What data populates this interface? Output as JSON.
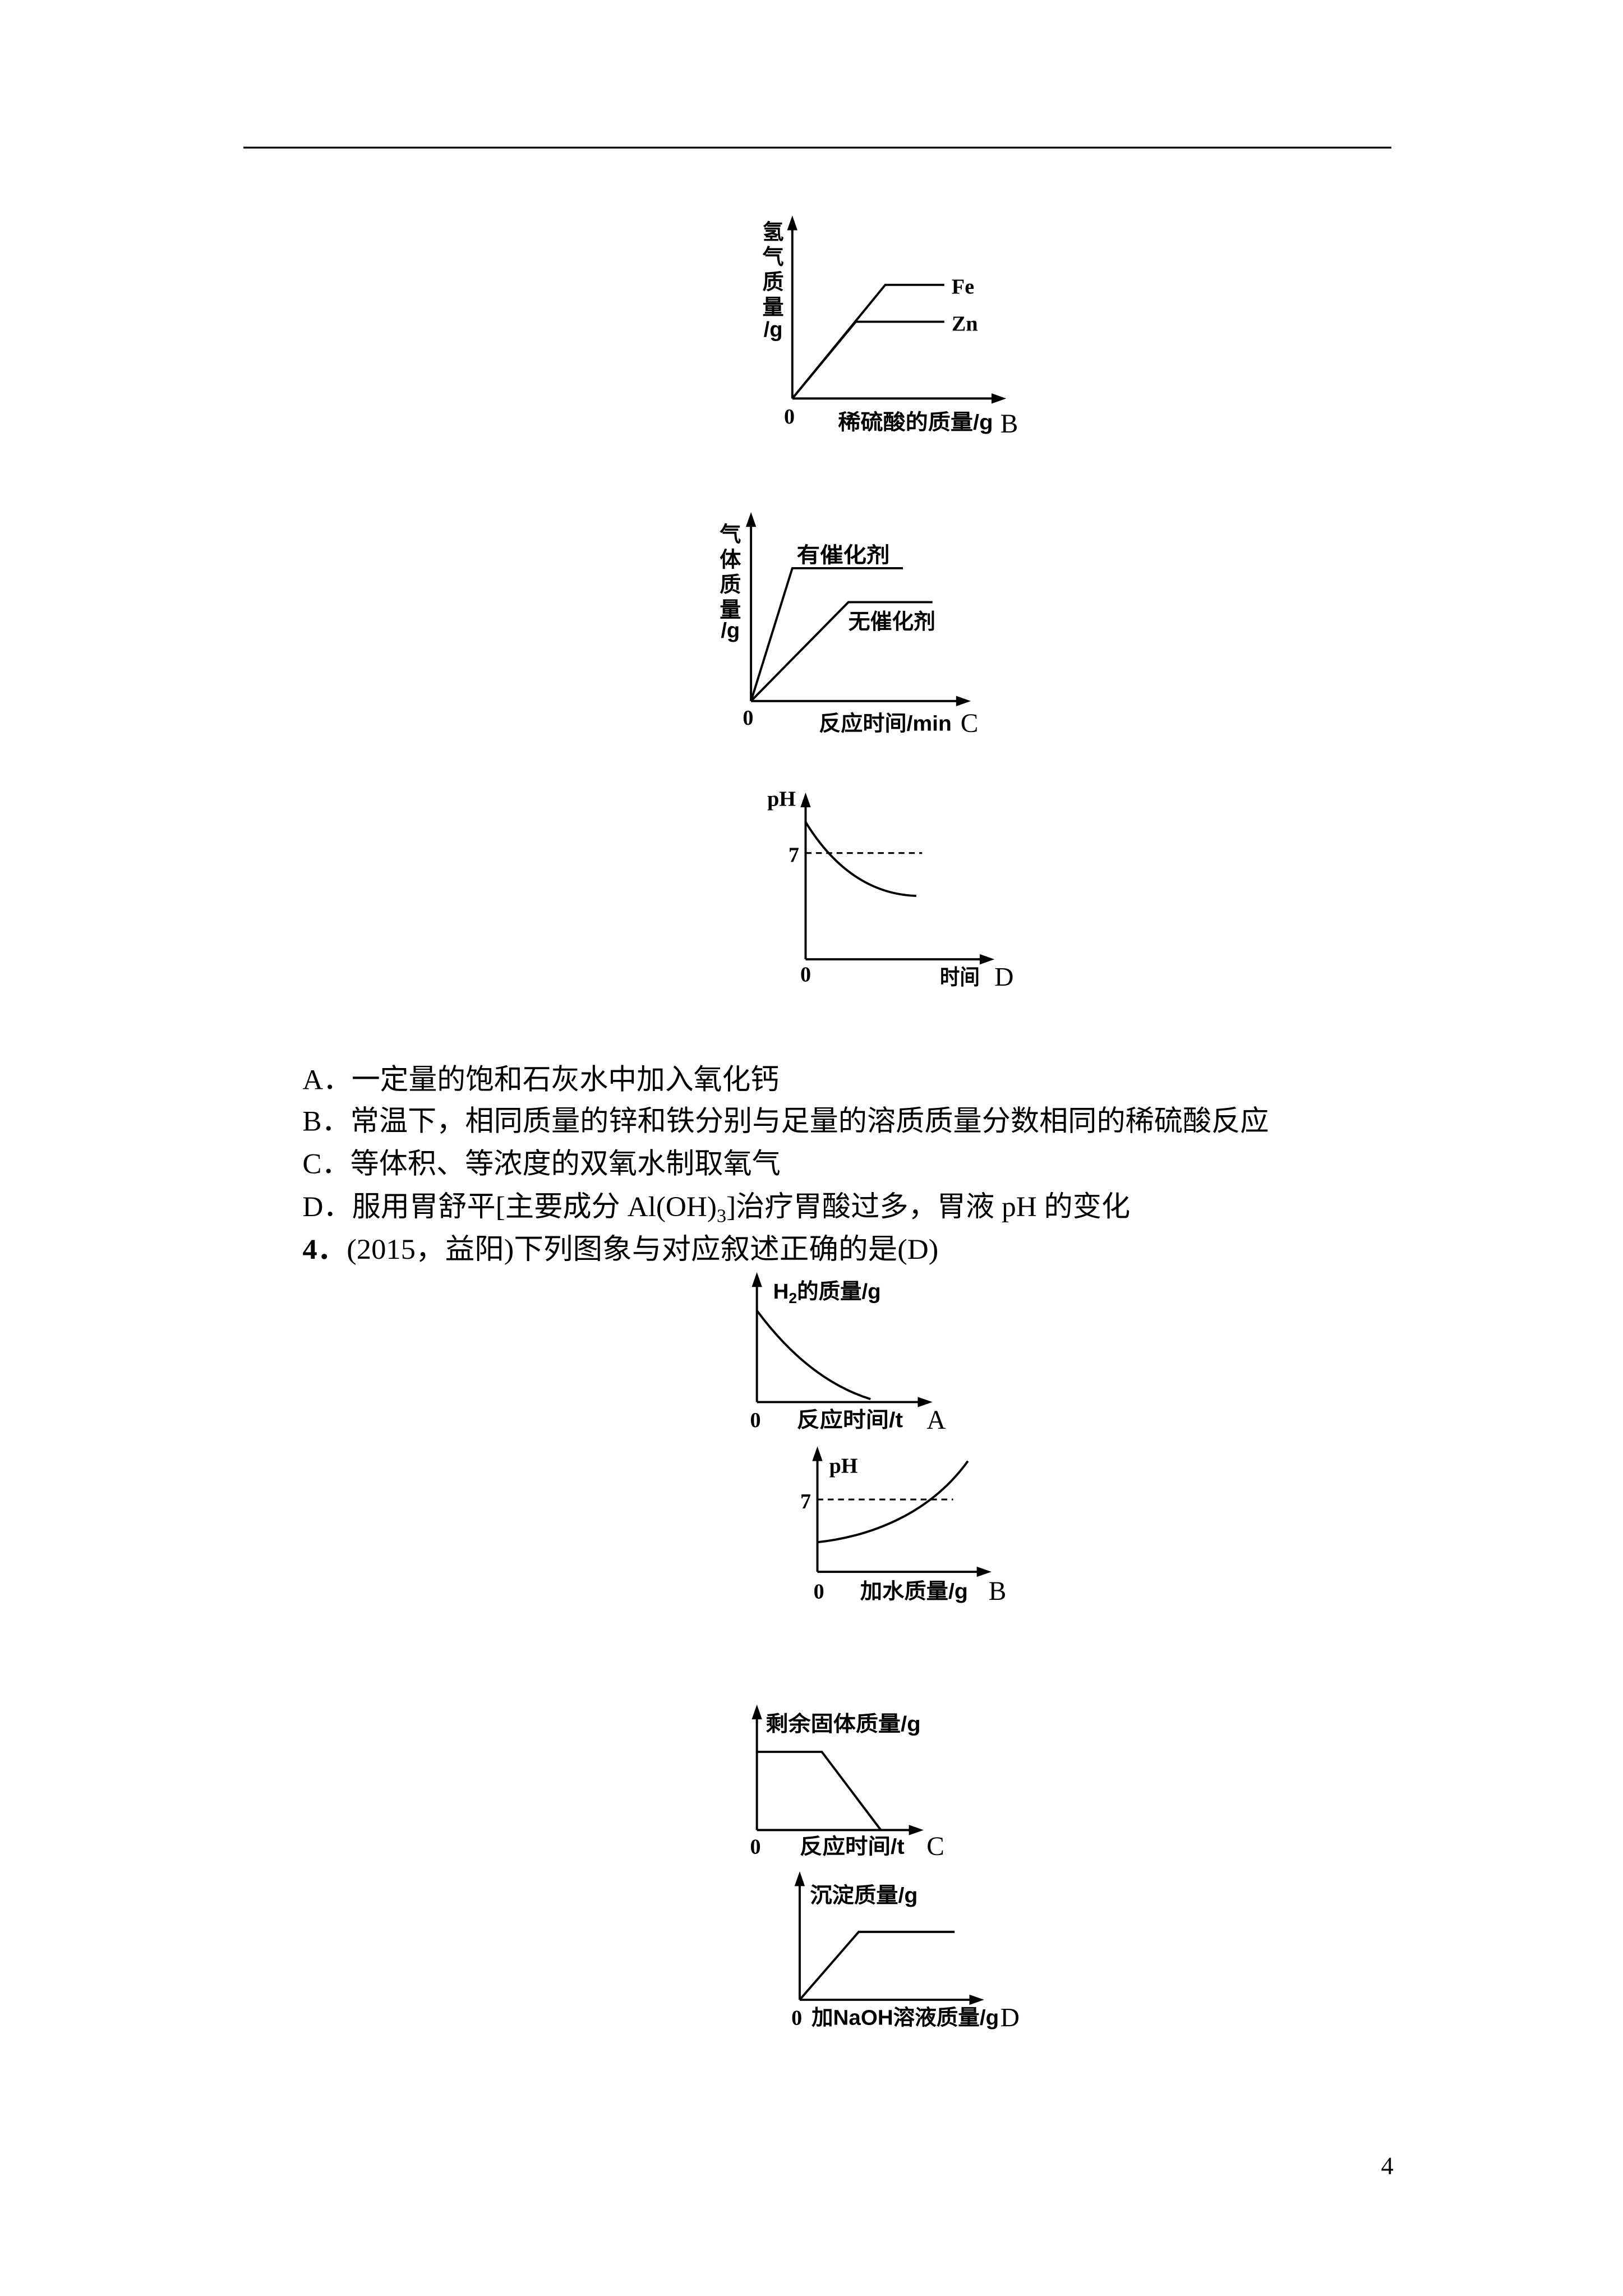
{
  "page_number": "4",
  "q3": {
    "figures": {
      "b": {
        "ylabel": "氢气质量/g",
        "xlabel": "稀硫酸的质量/g",
        "origin": "0",
        "series": [
          {
            "name": "Fe"
          },
          {
            "name": "Zn"
          }
        ],
        "option": "B"
      },
      "c": {
        "ylabel": "气体质量/g",
        "xlabel": "反应时间/min",
        "origin": "0",
        "series": [
          {
            "name": "有催化剂"
          },
          {
            "name": "无催化剂"
          }
        ],
        "option": "C"
      },
      "d": {
        "ylabel": "pH",
        "xlabel": "时间",
        "origin": "0",
        "reference_tick": "7",
        "option": "D"
      }
    },
    "options": {
      "a": "A．一定量的饱和石灰水中加入氧化钙",
      "b": "B．常温下，相同质量的锌和铁分别与足量的溶质质量分数相同的稀硫酸反应",
      "c": "C．等体积、等浓度的双氧水制取氧气",
      "d": {
        "pre": "D．服用胃舒平[主要成分 Al(OH)",
        "sub": "3",
        "post": "]治疗胃酸过多，胃液 pH 的变化"
      }
    }
  },
  "q4": {
    "number": "4．",
    "stem": "(2015，益阳)下列图象与对应叙述正确的是(D)",
    "figures": {
      "a": {
        "ylabel": {
          "pre": "H",
          "sub": "2",
          "post": "的质量/g"
        },
        "xlabel": "反应时间/t",
        "origin": "0",
        "option": "A"
      },
      "b": {
        "ylabel": "pH",
        "xlabel": "加水质量/g",
        "origin": "0",
        "reference_tick": "7",
        "option": "B"
      },
      "c": {
        "ylabel": "剩余固体质量/g",
        "xlabel": "反应时间/t",
        "origin": "0",
        "option": "C"
      },
      "d": {
        "ylabel": "沉淀质量/g",
        "xlabel": "加NaOH溶液质量/g",
        "origin": "0",
        "option": "D"
      }
    }
  }
}
